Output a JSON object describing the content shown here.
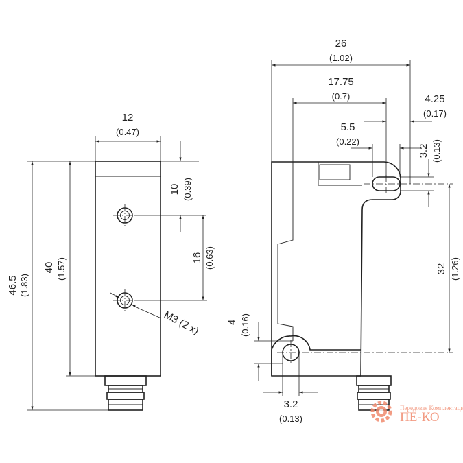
{
  "drawing": {
    "front_view": {
      "width": {
        "value": "12",
        "inch": "(0.47)"
      },
      "overall_height": {
        "value": "46.5",
        "inch": "(1.83)"
      },
      "body_height": {
        "value": "40",
        "inch": "(1.57)"
      },
      "top_to_hole": {
        "value": "10",
        "inch": "(0.39)"
      },
      "hole_spacing": {
        "value": "16",
        "inch": "(0.63)"
      },
      "thread": "M3 (2 x)"
    },
    "side_view": {
      "overall_width": {
        "value": "26",
        "inch": "(1.02)"
      },
      "hole_to_edge": {
        "value": "17.75",
        "inch": "(0.7)"
      },
      "hole_to_right": {
        "value": "4.25",
        "inch": "(0.17)"
      },
      "slot_length": {
        "value": "5.5",
        "inch": "(0.22)"
      },
      "slot_width": {
        "value": "3.2",
        "inch": "(0.13)"
      },
      "hole_spacing": {
        "value": "32",
        "inch": "(1.26)"
      },
      "lower_hole_offset": {
        "value": "4",
        "inch": "(0.16)"
      },
      "lower_hole_dia": {
        "value": "3.2",
        "inch": "(0.13)"
      }
    }
  },
  "watermark": {
    "tagline": "Передовая Комплектация",
    "brand": "ПЕ-КО",
    "accent": "#f08a6e"
  }
}
